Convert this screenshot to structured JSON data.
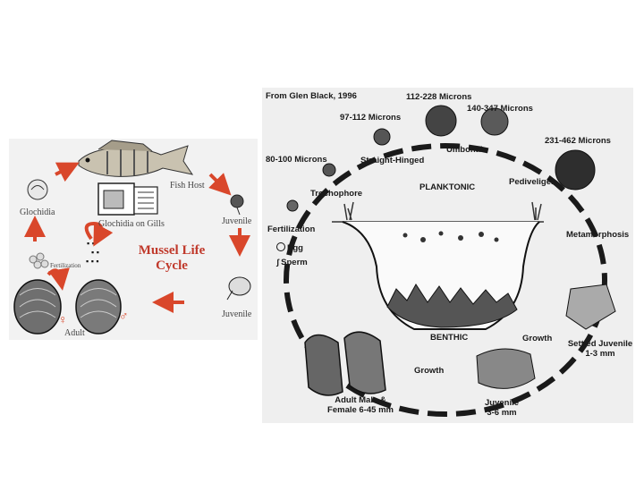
{
  "left_diagram": {
    "title_line1": "Mussel Life",
    "title_line2": "Cycle",
    "labels": {
      "fish_host": "Fish Host",
      "glochidia": "Glochidia",
      "glochidia_on_gills": "Glochidia on Gills",
      "juvenile_top": "Juvenile",
      "juvenile_bottom": "Juvenile",
      "fertilization": "Fertilization",
      "adult": "Adult",
      "female_symbol": "♀",
      "male_symbol": "♂"
    },
    "arrow_color": "#d9472b",
    "panel_color": "#f2f2f2"
  },
  "right_diagram": {
    "source": "From Glen Black, 1996",
    "sizes": {
      "s80": "80-100 Microns",
      "s97": "97-112 Microns",
      "s112": "112-228  Microns",
      "s140": "140-347  Microns",
      "s231": "231-462  Microns"
    },
    "stages": {
      "straight_hinged": "Straight-Hinged",
      "umbonal": "Umbonal",
      "trochophore": "Trochophore",
      "pediveliger": "Pediveliger",
      "planktonic": "PLANKTONIC",
      "fertilization": "Fertilization",
      "egg": "Egg",
      "sperm": "Sperm",
      "metamorphosis": "Metamorphosis",
      "benthic": "BENTHIC",
      "growth_right": "Growth",
      "growth_bottom": "Growth",
      "settled_juvenile_1": "Settled Juvenile",
      "settled_juvenile_2": "1-3 mm",
      "adult_1": "Adult Male &",
      "adult_2": "Female 6-45 mm",
      "juvenile_1": "Juvenile",
      "juvenile_2": "3-6 mm"
    },
    "panel_color": "#efefef"
  }
}
